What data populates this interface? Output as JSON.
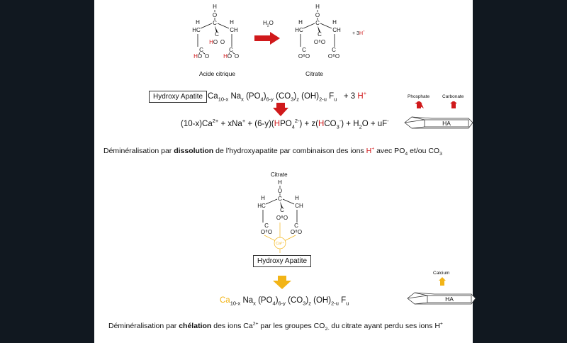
{
  "colors": {
    "background": "#111820",
    "slide": "#ffffff",
    "acid_red": "#d0191b",
    "calcium_gold": "#f2b417",
    "text": "#111111"
  },
  "top_reaction": {
    "reactant_label": "Acide citrique",
    "product_label": "Citrate",
    "reagent": "H2O",
    "byproduct_prefix": "+ 3",
    "byproduct_ion": "H+",
    "reactant_atoms": {
      "hydroxyl_h": "H",
      "hydroxyl_o": "O",
      "center_c": "C",
      "left_ch": "HC",
      "right_ch": "CH",
      "side_h": "H",
      "carboxyl_c": "C",
      "acid_h": "H",
      "acid_o": "O",
      "keto_o": "O"
    },
    "product_atoms": {
      "carboxylate_o": "O",
      "charge": "θ"
    }
  },
  "dissolution": {
    "box_label": "Hydroxy Apatite",
    "formula": {
      "ca": "Ca",
      "ca_sub": "10-x",
      "na": "Na",
      "na_sub": "x",
      "po4": "(PO",
      "po4_sub": "4",
      "po4_close": ")",
      "po4_mult": "6-y",
      "co3": "(CO",
      "co3_sub": "3",
      "co3_close": ")",
      "co3_mult": "z",
      "oh": "(OH)",
      "oh_mult": "2-u",
      "f": "F",
      "f_sub": "u",
      "plus_h": "+ 3 ",
      "h_ion": "H",
      "h_charge": "+"
    },
    "products": {
      "t1": "(10-x)Ca",
      "t1_sup": "2+",
      "t2": " + xNa",
      "t2_sup": "+",
      "t3": " + (6-y)(",
      "t3_h": "H",
      "t3_rest": "PO",
      "t3_sub": "4",
      "t3_sup": "2-",
      "t3_close": ")",
      "t4": " + z(",
      "t4_h": "H",
      "t4_rest": "CO",
      "t4_sub": "3",
      "t4_sup": "-",
      "t4_close": ")",
      "t5": " + H",
      "t5_sub": "2",
      "t5_rest": "O + uF",
      "t5_sup": "-"
    },
    "crystal": {
      "label": "HA",
      "arrow_labels": [
        "Phosphate",
        "Carbonate"
      ]
    },
    "caption": {
      "pre": "Déminéralisation par ",
      "bold": "dissolution",
      "mid": " de l’hydroxyapatite par combinaison des ions ",
      "h": "H",
      "h_sup": "+",
      "post": " avec PO",
      "po_sub": "4",
      "post2": " et/ou CO",
      "co_sub": "3"
    }
  },
  "chelation": {
    "citrate_label": "Citrate",
    "calcium_ion": "Ca2+",
    "box_label": "Hydroxy Apatite",
    "formula": {
      "ca": "Ca",
      "ca_sub": "10-x",
      "na": "Na",
      "na_sub": "x",
      "po4": "(PO",
      "po4_sub": "4",
      "po4_close": ")",
      "po4_mult": "6-y",
      "co3": "(CO",
      "co3_sub": "3",
      "co3_close": ")",
      "co3_mult": "z",
      "oh": "(OH)",
      "oh_mult": "2-u",
      "f": "F",
      "f_sub": "u"
    },
    "crystal": {
      "label": "HA",
      "arrow_labels": [
        "Calcium"
      ]
    },
    "caption": {
      "pre": "Déminéralisation par ",
      "bold": "chélation",
      "mid": " des ions Ca",
      "ca_sup": "2+",
      "mid2": " par les groupes CO",
      "co_sub": "2-",
      "post": " du citrate ayant perdu ses ions H",
      "h_sup": "+"
    }
  }
}
